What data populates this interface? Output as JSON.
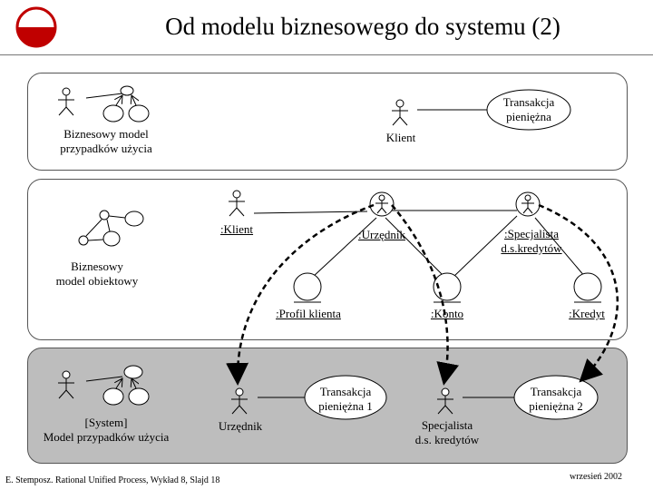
{
  "title": "Od modelu biznesowego do systemu (2)",
  "top": {
    "business_usecase_model": [
      "Biznesowy model",
      "przypadków użycia"
    ],
    "actor_klient": "Klient",
    "usecase_transakcja": [
      "Transakcja",
      "pieniężna"
    ]
  },
  "middle": {
    "business_object_model": [
      "Biznesowy",
      "model obiektowy"
    ],
    "klient": ":Klient",
    "urzednik": ":Urzędnik",
    "specjalista": [
      ":Specjalista",
      "d.s.kredytów"
    ],
    "profil": ":Profil klienta",
    "konto": ":Konto",
    "kredyt": ":Kredyt"
  },
  "bottom": {
    "system_model": [
      "[System]",
      "Model przypadków użycia"
    ],
    "urzednik": "Urzędnik",
    "transakcja1": [
      "Transakcja",
      "pieniężna 1"
    ],
    "specjalista": [
      "Specjalista",
      "d.s. kredytów"
    ],
    "transakcja2": [
      "Transakcja",
      "pieniężna 2"
    ]
  },
  "footer": {
    "source": "E. Stemposz. Rational Unified Process, Wykład 8, Slajd 18",
    "date": "wrzesień 2002"
  }
}
